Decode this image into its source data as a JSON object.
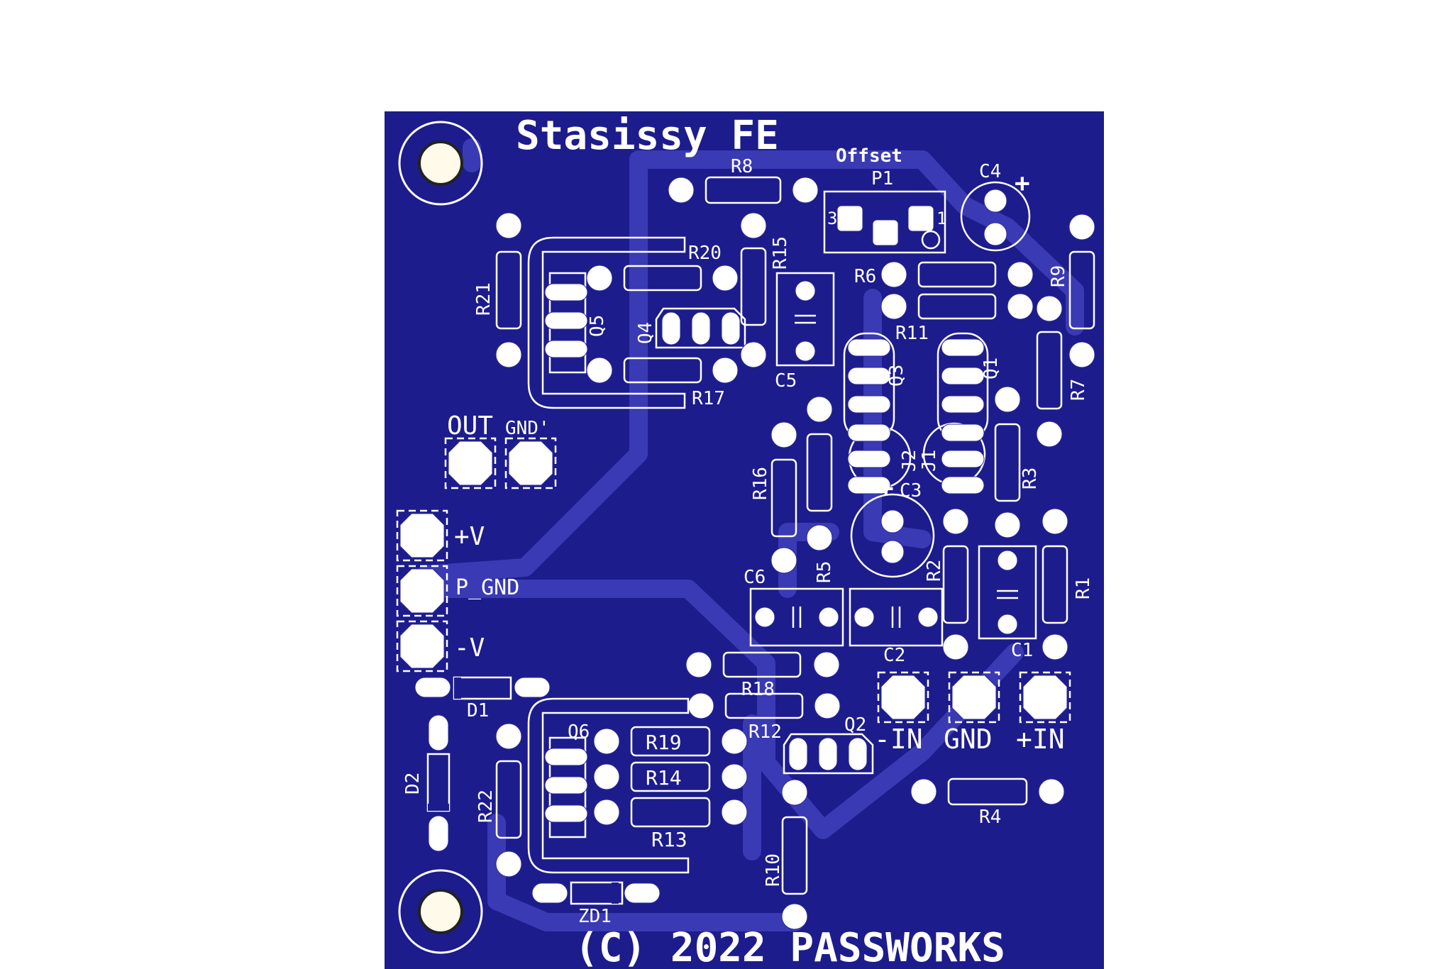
{
  "board": {
    "title": "Stasissy FE",
    "copyright": "(C) 2022 PASSWORKS",
    "colors": {
      "board": "#1c1c8c",
      "trace": "#3838b0",
      "silk": "#ffffff",
      "pad": "#ffffff"
    }
  },
  "labels": {
    "offset": "Offset",
    "p1": "P1",
    "p1_pin3": "3",
    "p1_pin1": "1",
    "c4": "C4",
    "plus": "+",
    "r8": "R8",
    "r20": "R20",
    "r15": "R15",
    "r21": "R21",
    "q5": "Q5",
    "q4": "Q4",
    "r17": "R17",
    "c5": "C5",
    "r6": "R6",
    "r11": "R11",
    "r9": "R9",
    "r7": "R7",
    "q3": "Q3",
    "q1": "Q1",
    "j2": "J2",
    "j1": "J1",
    "r16": "R16",
    "r5": "R5",
    "c3": "C3",
    "r3": "R3",
    "r2": "R2",
    "r1": "R1",
    "c6": "C6",
    "c2": "C2",
    "c1": "C1",
    "out": "OUT",
    "gnd_prime": "GND'",
    "pos_v": "+V",
    "p_gnd": "P_GND",
    "neg_v": "-V",
    "d1": "D1",
    "d2": "D2",
    "r18": "R18",
    "r12": "R12",
    "q2": "Q2",
    "q6": "Q6",
    "r19": "R19",
    "r14": "R14",
    "r13": "R13",
    "r22": "R22",
    "r10": "R10",
    "zd1": "ZD1",
    "neg_in": "-IN",
    "gnd": "GND",
    "pos_in": "+IN",
    "r4": "R4"
  }
}
